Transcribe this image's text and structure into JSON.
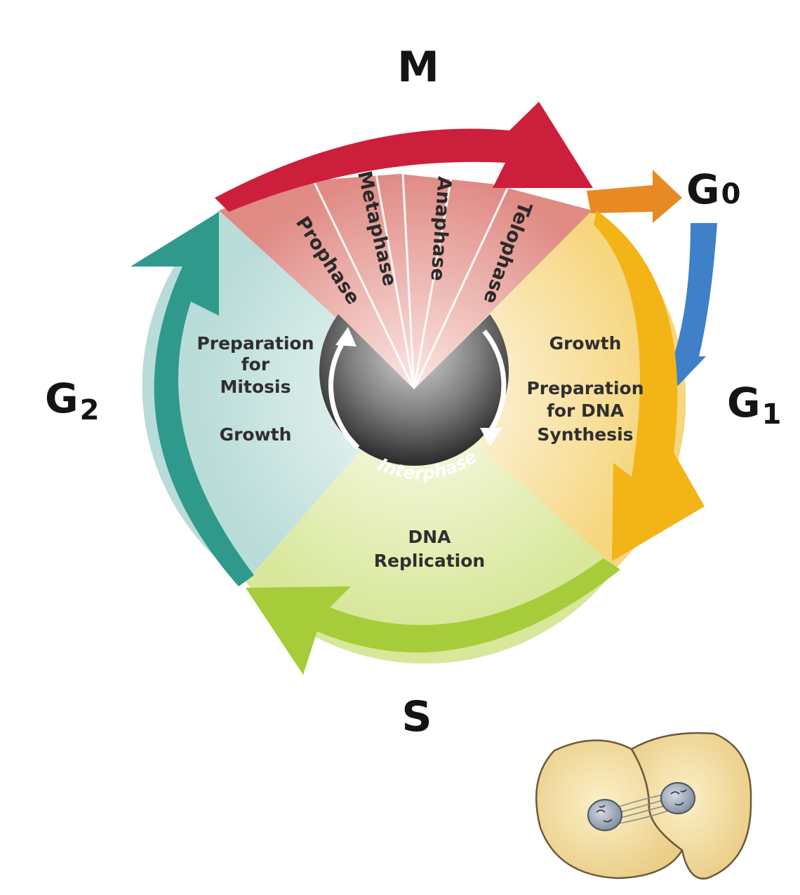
{
  "labels": {
    "m": "M",
    "g0_main": "G",
    "g0_sub": "0",
    "g1_main": "G",
    "g1_sub": "1",
    "g2_main": "G",
    "g2_sub": "2",
    "s": "S"
  },
  "mitosis_phases": [
    "Prophase",
    "Metaphase",
    "Anaphase",
    "Telophase"
  ],
  "g2_text": {
    "line1": "Preparation",
    "line2": "for",
    "line3": "Mitosis",
    "line4": "Growth"
  },
  "g1_text": {
    "line1": "Growth",
    "line2": "Preparation",
    "line3": "for DNA",
    "line4": "Synthesis"
  },
  "s_text": {
    "line1": "DNA",
    "line2": "Replication"
  },
  "center_label": "Interphase",
  "colors": {
    "m_arrow": "#cc1f3c",
    "g0_arrow": "#e88a24",
    "g0_return_arrow": "#3f80c8",
    "g1_arrow": "#f2b416",
    "s_arrow": "#a6cc3a",
    "g2_arrow": "#2f9a8c"
  }
}
